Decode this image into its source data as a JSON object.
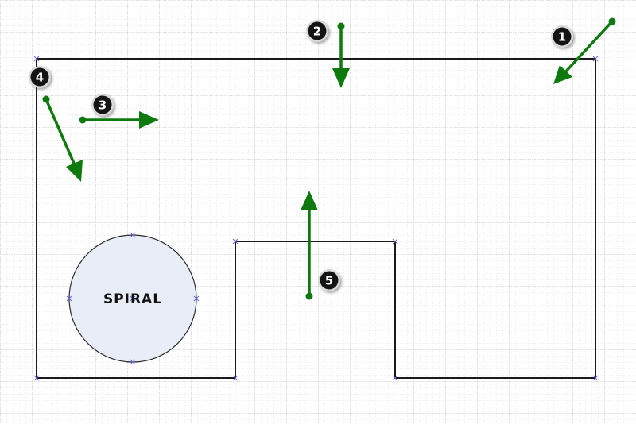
{
  "colors": {
    "grid_minor": "#d6d6d6",
    "grid_major": "#bdbdbd",
    "outline": "#1a1a1a",
    "vertex_marker": "#6a6ad8",
    "arrow": "#0e7a0e",
    "badge_fill": "#141414",
    "badge_ring": "#d9d9d9",
    "spiral_fill": "#e8edf7",
    "spiral_stroke": "#2a2a2a"
  },
  "spiral_label": "SPIRAL",
  "arrows": [
    {
      "label": "1",
      "direction": "down-left"
    },
    {
      "label": "2",
      "direction": "down"
    },
    {
      "label": "3",
      "direction": "right"
    },
    {
      "label": "4",
      "direction": "down-right"
    },
    {
      "label": "5",
      "direction": "up"
    }
  ]
}
